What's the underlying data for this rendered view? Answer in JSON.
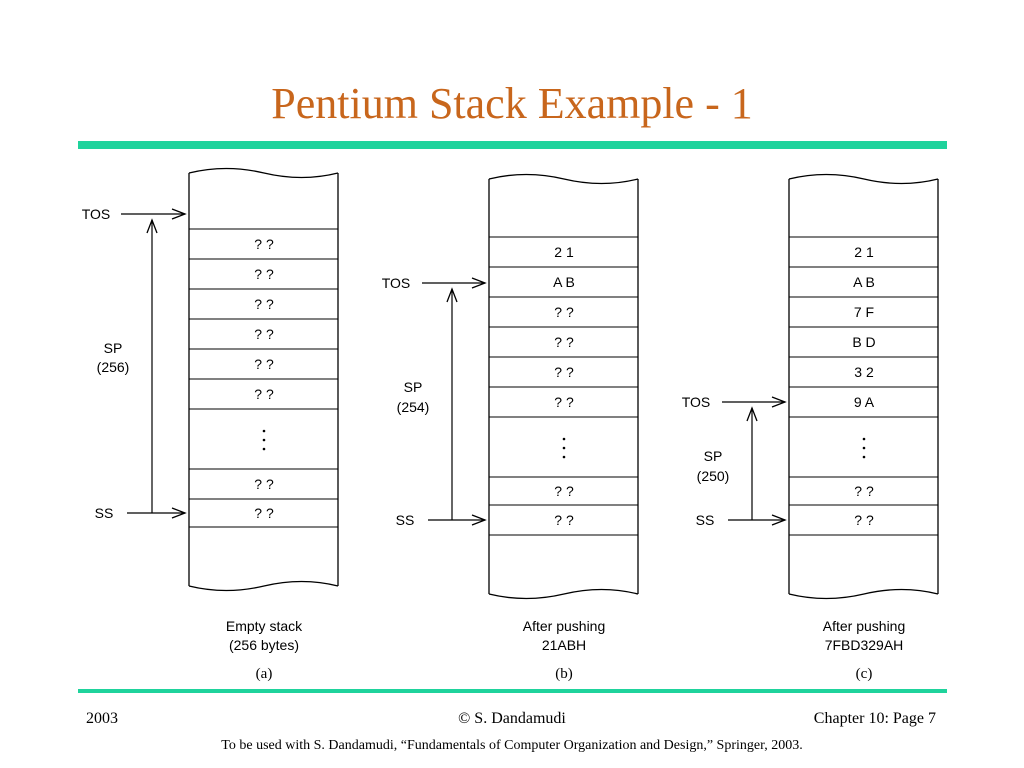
{
  "title": "Pentium Stack Example - 1",
  "footer": {
    "year": "2003",
    "author": "© S. Dandamudi",
    "page": "Chapter 10: Page 7",
    "note": "To be used with S. Dandamudi, “Fundamentals of Computer Organization and Design,” Springer, 2003."
  },
  "colors": {
    "title": "#c8661c",
    "rule": "#1fd39c",
    "ink": "#000000"
  },
  "stacks": [
    {
      "cells": [
        "",
        "? ?",
        "? ?",
        "? ?",
        "? ?",
        "? ?",
        "? ?",
        "dots",
        "? ?",
        "? ?",
        ""
      ],
      "tos_label": "TOS",
      "sp_label": [
        "SP",
        "(256)"
      ],
      "ss_label": "SS",
      "caption": [
        "Empty stack",
        "(256 bytes)"
      ],
      "letter": "(a)"
    },
    {
      "cells": [
        "",
        "2 1",
        "A B",
        "? ?",
        "? ?",
        "? ?",
        "? ?",
        "dots",
        "? ?",
        "? ?",
        ""
      ],
      "tos_label": "TOS",
      "sp_label": [
        "SP",
        "(254)"
      ],
      "ss_label": "SS",
      "caption": [
        "After pushing",
        "21ABH"
      ],
      "letter": "(b)"
    },
    {
      "cells": [
        "",
        "2 1",
        "A B",
        "7 F",
        "B D",
        "3 2",
        "9 A",
        "dots",
        "? ?",
        "? ?",
        ""
      ],
      "tos_label": "TOS",
      "sp_label": [
        "SP",
        "(250)"
      ],
      "ss_label": "SS",
      "caption": [
        "After pushing",
        "7FBD329AH"
      ],
      "letter": "(c)"
    }
  ]
}
